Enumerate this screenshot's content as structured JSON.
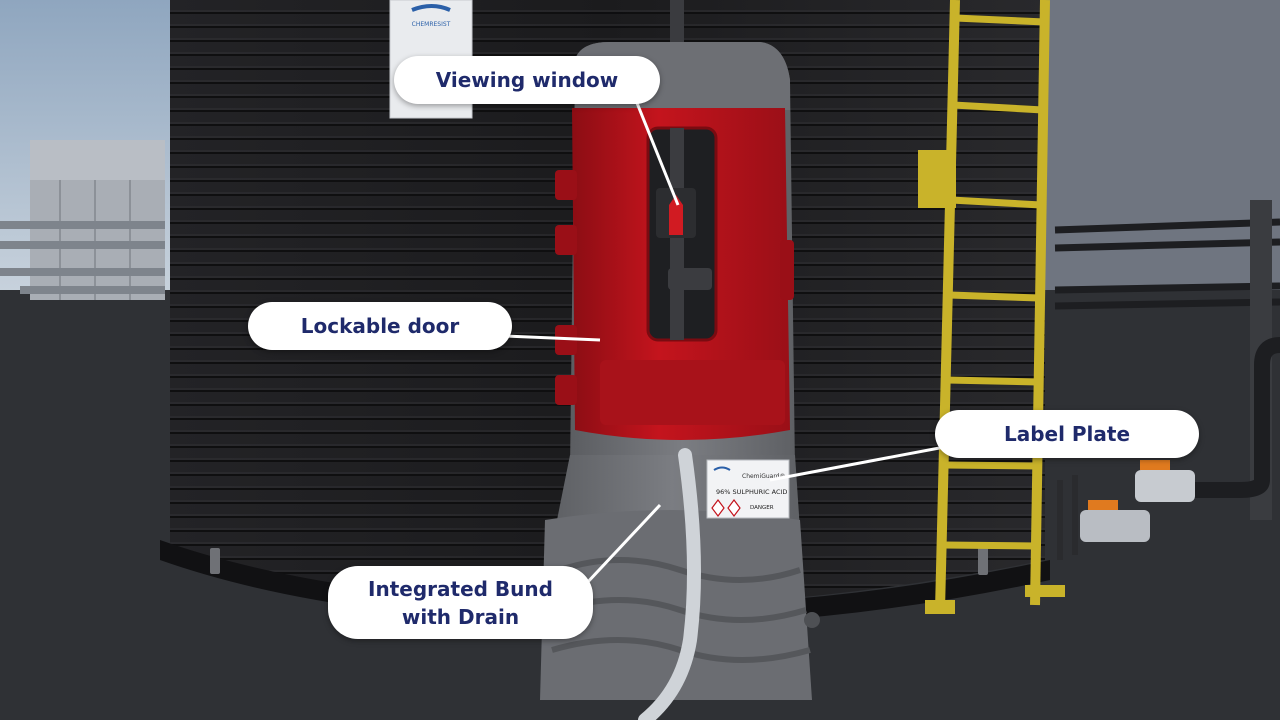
{
  "callouts": {
    "viewing_window": "Viewing window",
    "lockable_door": "Lockable door",
    "label_plate": "Label Plate",
    "integrated_bund": "Integrated Bund\nwith Drain"
  },
  "label_plate": {
    "brand": "ChemiGuard®",
    "contents": "96% SULPHURIC ACID",
    "warning": "DANGER"
  },
  "sign": {
    "brand": "CHEMRESIST"
  },
  "colors": {
    "accent_red": "#b5121b",
    "callout_text": "#1f2a6b",
    "ladder_yellow": "#c9b32a",
    "tank_black": "#1c1c1e"
  }
}
